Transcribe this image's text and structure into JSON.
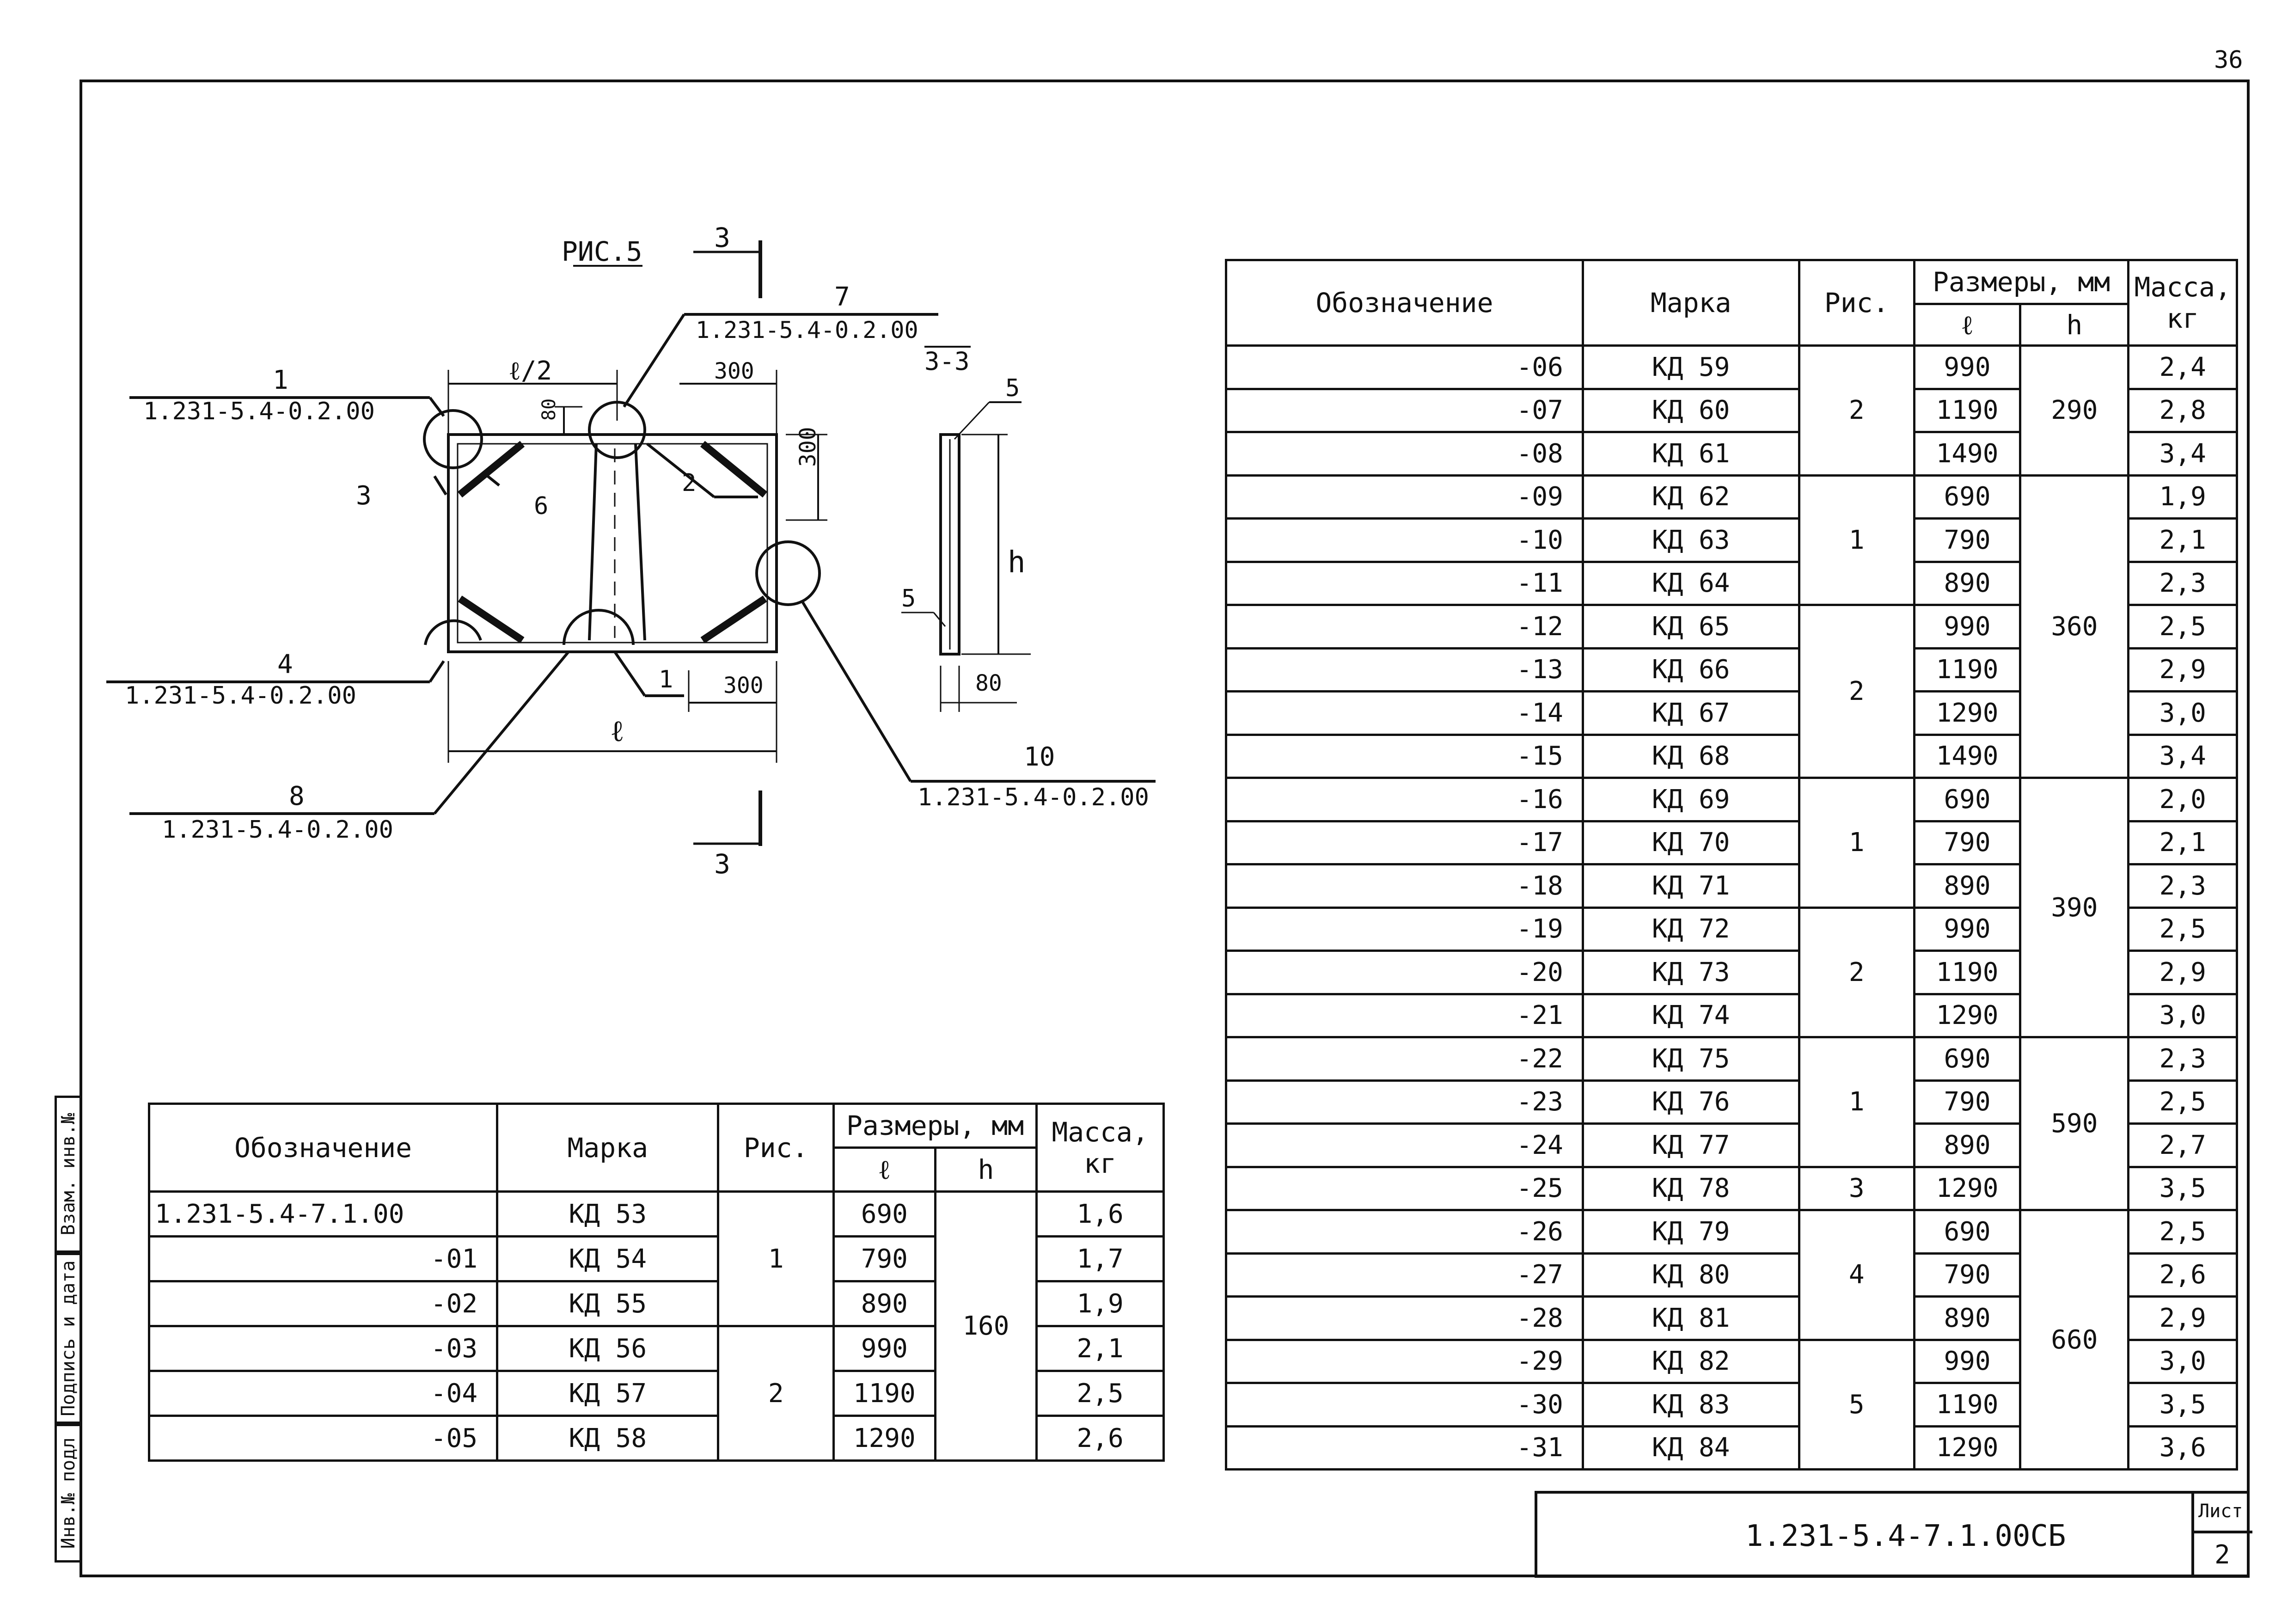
{
  "page_number": "36",
  "figure": {
    "caption": "РИС.5",
    "section_mark": "3",
    "section_view_label": "3-3",
    "dim_half_l": "ℓ/2",
    "dim_l": "ℓ",
    "dim_h": "h",
    "dim_300_top": "300",
    "dim_300_right": "300",
    "dim_300_bottom": "300",
    "dim_80_top": "80",
    "dim_80_section": "80",
    "callouts": [
      {
        "num": "1",
        "ref": "1.231-5.4-0.2.00"
      },
      {
        "num": "7",
        "ref": "1.231-5.4-0.2.00"
      },
      {
        "num": "4",
        "ref": "1.231-5.4-0.2.00"
      },
      {
        "num": "8",
        "ref": "1.231-5.4-0.2.00"
      },
      {
        "num": "10",
        "ref": "1.231-5.4-0.2.00"
      }
    ],
    "labels": {
      "n2": "2",
      "n3": "3",
      "n6": "6",
      "n1b": "1",
      "n5a": "5",
      "n5b": "5"
    }
  },
  "table_small": {
    "headers": {
      "designation": "Обозначение",
      "mark": "Марка",
      "fig": "Рис.",
      "sizes": "Размеры, мм",
      "l": "ℓ",
      "h": "h",
      "mass": "Масса, кг"
    },
    "rows": [
      {
        "des": "1.231-5.4-7.1.00",
        "mark": "КД 53",
        "l": "690",
        "mass": "1,6"
      },
      {
        "des": "-01",
        "mark": "КД 54",
        "l": "790",
        "mass": "1,7"
      },
      {
        "des": "-02",
        "mark": "КД 55",
        "l": "890",
        "mass": "1,9"
      },
      {
        "des": "-03",
        "mark": "КД 56",
        "l": "990",
        "mass": "2,1"
      },
      {
        "des": "-04",
        "mark": "КД 57",
        "l": "1190",
        "mass": "2,5"
      },
      {
        "des": "-05",
        "mark": "КД 58",
        "l": "1290",
        "mass": "2,6"
      }
    ],
    "fig_groups": [
      "1",
      "2"
    ],
    "h_value": "160"
  },
  "table_large": {
    "headers": {
      "designation": "Обозначение",
      "mark": "Марка",
      "fig": "Рис.",
      "sizes": "Размеры, мм",
      "l": "ℓ",
      "h": "h",
      "mass": "Масса, кг"
    },
    "rows": [
      {
        "des": "-06",
        "mark": "КД 59",
        "l": "990",
        "mass": "2,4"
      },
      {
        "des": "-07",
        "mark": "КД 60",
        "l": "1190",
        "mass": "2,8"
      },
      {
        "des": "-08",
        "mark": "КД 61",
        "l": "1490",
        "mass": "3,4"
      },
      {
        "des": "-09",
        "mark": "КД 62",
        "l": "690",
        "mass": "1,9"
      },
      {
        "des": "-10",
        "mark": "КД 63",
        "l": "790",
        "mass": "2,1"
      },
      {
        "des": "-11",
        "mark": "КД 64",
        "l": "890",
        "mass": "2,3"
      },
      {
        "des": "-12",
        "mark": "КД 65",
        "l": "990",
        "mass": "2,5"
      },
      {
        "des": "-13",
        "mark": "КД 66",
        "l": "1190",
        "mass": "2,9"
      },
      {
        "des": "-14",
        "mark": "КД 67",
        "l": "1290",
        "mass": "3,0"
      },
      {
        "des": "-15",
        "mark": "КД 68",
        "l": "1490",
        "mass": "3,4"
      },
      {
        "des": "-16",
        "mark": "КД 69",
        "l": "690",
        "mass": "2,0"
      },
      {
        "des": "-17",
        "mark": "КД 70",
        "l": "790",
        "mass": "2,1"
      },
      {
        "des": "-18",
        "mark": "КД 71",
        "l": "890",
        "mass": "2,3"
      },
      {
        "des": "-19",
        "mark": "КД 72",
        "l": "990",
        "mass": "2,5"
      },
      {
        "des": "-20",
        "mark": "КД 73",
        "l": "1190",
        "mass": "2,9"
      },
      {
        "des": "-21",
        "mark": "КД 74",
        "l": "1290",
        "mass": "3,0"
      },
      {
        "des": "-22",
        "mark": "КД 75",
        "l": "690",
        "mass": "2,3"
      },
      {
        "des": "-23",
        "mark": "КД 76",
        "l": "790",
        "mass": "2,5"
      },
      {
        "des": "-24",
        "mark": "КД 77",
        "l": "890",
        "mass": "2,7"
      },
      {
        "des": "-25",
        "mark": "КД 78",
        "l": "1290",
        "mass": "3,5"
      },
      {
        "des": "-26",
        "mark": "КД 79",
        "l": "690",
        "mass": "2,5"
      },
      {
        "des": "-27",
        "mark": "КД 80",
        "l": "790",
        "mass": "2,6"
      },
      {
        "des": "-28",
        "mark": "КД 81",
        "l": "890",
        "mass": "2,9"
      },
      {
        "des": "-29",
        "mark": "КД 82",
        "l": "990",
        "mass": "3,0"
      },
      {
        "des": "-30",
        "mark": "КД 83",
        "l": "1190",
        "mass": "3,5"
      },
      {
        "des": "-31",
        "mark": "КД 84",
        "l": "1290",
        "mass": "3,6"
      }
    ],
    "fig_groups": [
      {
        "fig": "2",
        "span": 3
      },
      {
        "fig": "1",
        "span": 3
      },
      {
        "fig": "2",
        "span": 4
      },
      {
        "fig": "1",
        "span": 3
      },
      {
        "fig": "2",
        "span": 3
      },
      {
        "fig": "1",
        "span": 3
      },
      {
        "fig": "3",
        "span": 1
      },
      {
        "fig": "4",
        "span": 3
      },
      {
        "fig": "5",
        "span": 3
      }
    ],
    "h_groups": [
      {
        "h": "290",
        "span": 3
      },
      {
        "h": "360",
        "span": 7
      },
      {
        "h": "390",
        "span": 6
      },
      {
        "h": "590",
        "span": 4
      },
      {
        "h": "660",
        "span": 6
      }
    ]
  },
  "side_stamp": [
    "Инв.№ подл",
    "Подпись и дата",
    "Взам. инв.№"
  ],
  "title_block": {
    "code": "1.231-5.4-7.1.00СБ",
    "sheet_label": "Лист",
    "sheet_number": "2"
  }
}
